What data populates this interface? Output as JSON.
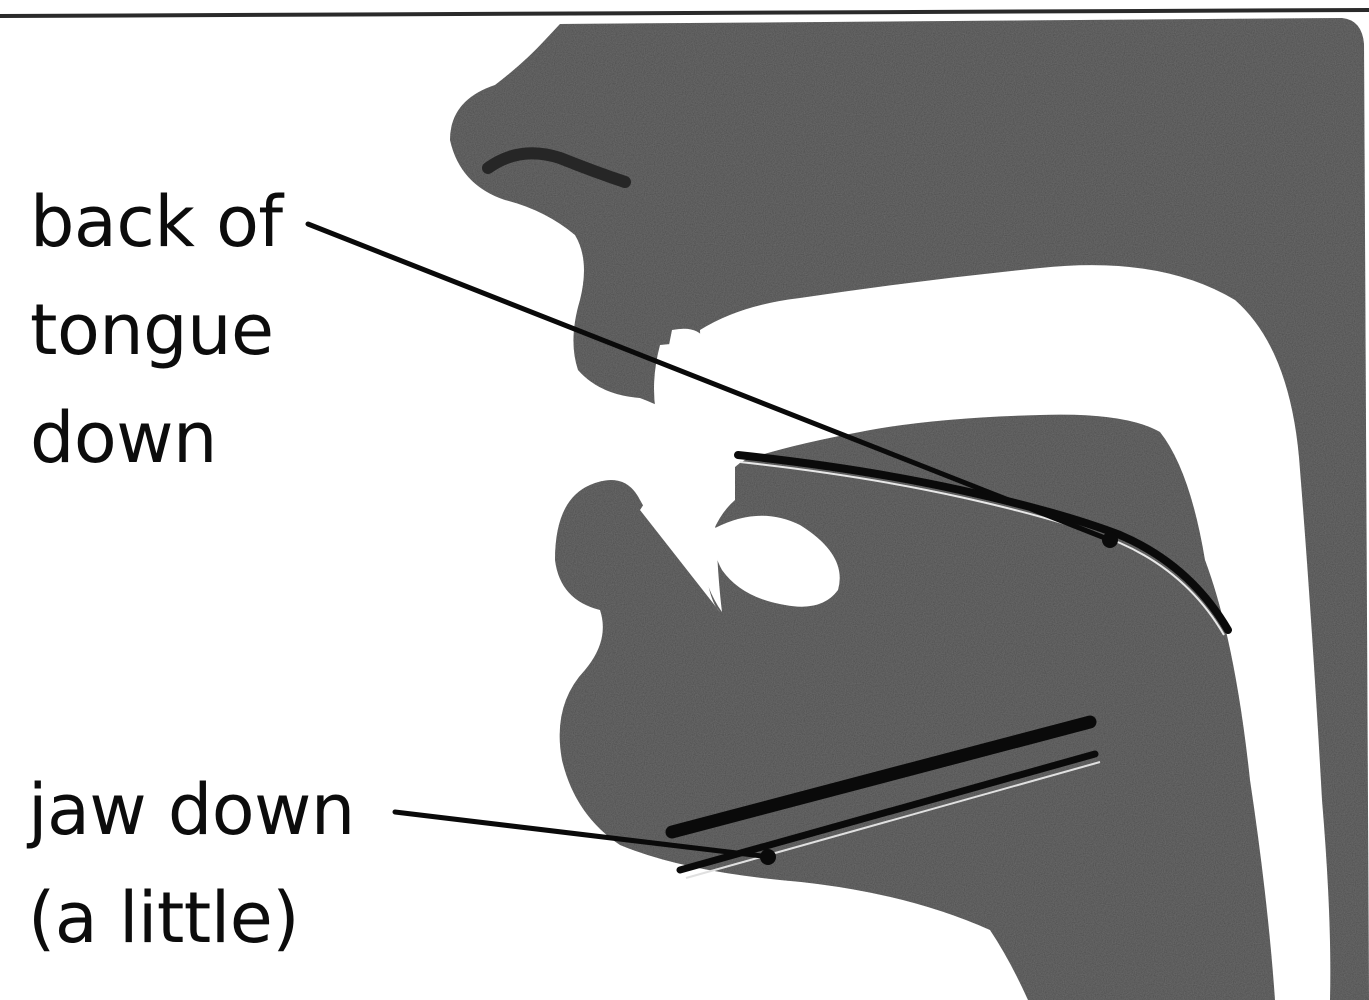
{
  "labels": {
    "tongue": [
      "back of",
      "tongue",
      "down"
    ],
    "jaw": [
      "jaw down",
      "(a little)"
    ]
  },
  "colors": {
    "head_fill": "#6e6e6e",
    "cavity": "#ffffff",
    "line": "#0a0a0a",
    "text": "#0c0c0c"
  }
}
